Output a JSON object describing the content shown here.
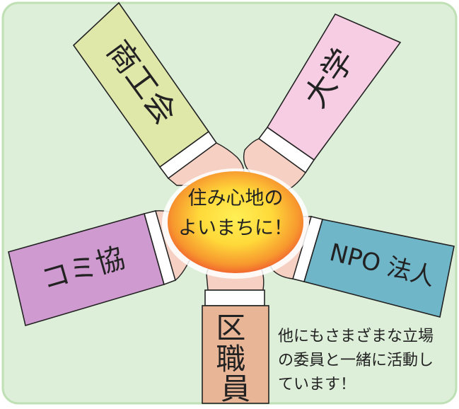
{
  "center": {
    "line1": "住み心地の",
    "line2": "よいまちに！"
  },
  "sleeves": {
    "shoukoukai": "商工会",
    "daigaku": "大学",
    "npo": "NPO 法人",
    "kuyakuin": "区職員",
    "komikyo": "コミ協"
  },
  "note": {
    "line1": "他にもさまざまな立場",
    "line2": "の委員と一緒に活動し",
    "line3": "ています！"
  },
  "colors": {
    "background": "#ddefd9",
    "frame": "#a9d29c",
    "shoukoukai": "#dfe7a9",
    "daigaku": "#f7cde3",
    "npo": "#6fb6c9",
    "kuyakuin": "#e8b597",
    "komikyo": "#cf9ad0",
    "skin": "#f6d0c2",
    "center_inner": "#ffe63a",
    "center_outer": "#ef4a2f"
  }
}
